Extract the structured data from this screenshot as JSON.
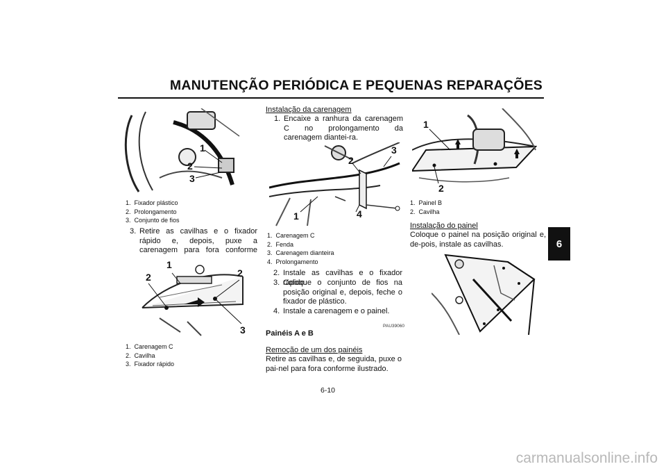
{
  "page": {
    "title": "MANUTENÇÃO PERIÓDICA E PEQUENAS REPARAÇÕES",
    "chapter_tab": "6",
    "page_number": "6-10",
    "watermark": "carmanualsonline.info"
  },
  "figure1": {
    "labels": [
      "1",
      "2",
      "3"
    ],
    "caption": [
      {
        "num": "1.",
        "text": "Fixador plástico"
      },
      {
        "num": "2.",
        "text": "Prolongamento"
      },
      {
        "num": "3.",
        "text": "Conjunto de fios"
      }
    ]
  },
  "step3_left": {
    "num": "3.",
    "text": "Retire as cavilhas e o fixador rápido e, depois, puxe a carenagem para fora conforme ilustrado."
  },
  "figure2": {
    "labels": [
      "1",
      "2",
      "2",
      "3"
    ],
    "caption": [
      {
        "num": "1.",
        "text": "Carenagem C"
      },
      {
        "num": "2.",
        "text": "Cavilha"
      },
      {
        "num": "3.",
        "text": "Fixador rápido"
      }
    ]
  },
  "installation_fairing": {
    "heading": "Instalação da carenagem",
    "step1_num": "1.",
    "step1_text": "Encaixe a ranhura da carenagem C no prolongamento da carenagem diantei-ra."
  },
  "figure3": {
    "labels": [
      "1",
      "2",
      "3",
      "4"
    ],
    "caption": [
      {
        "num": "1.",
        "text": "Carenagem C"
      },
      {
        "num": "2.",
        "text": "Fenda"
      },
      {
        "num": "3.",
        "text": "Carenagem dianteira"
      },
      {
        "num": "4.",
        "text": "Prolongamento"
      }
    ]
  },
  "steps_mid": [
    {
      "num": "2.",
      "text": "Instale as cavilhas e o fixador rápido."
    },
    {
      "num": "3.",
      "text": "Coloque o conjunto de fios na posição original e, depois, feche o fixador de plástico."
    },
    {
      "num": "4.",
      "text": "Instale a carenagem e o painel."
    }
  ],
  "section_code": "PAU39060",
  "section_heading": "Painéis A e B",
  "removal": {
    "heading": "Remoção de um dos painéis",
    "text": "Retire as cavilhas e, de seguida, puxe o pai-nel para fora conforme ilustrado."
  },
  "figure4": {
    "labels": [
      "1",
      "2"
    ],
    "caption": [
      {
        "num": "1.",
        "text": "Painel B"
      },
      {
        "num": "2.",
        "text": "Cavilha"
      }
    ]
  },
  "panel_install": {
    "heading": "Instalação do painel",
    "text": "Coloque o painel na posição original e, de-pois, instale as cavilhas."
  }
}
